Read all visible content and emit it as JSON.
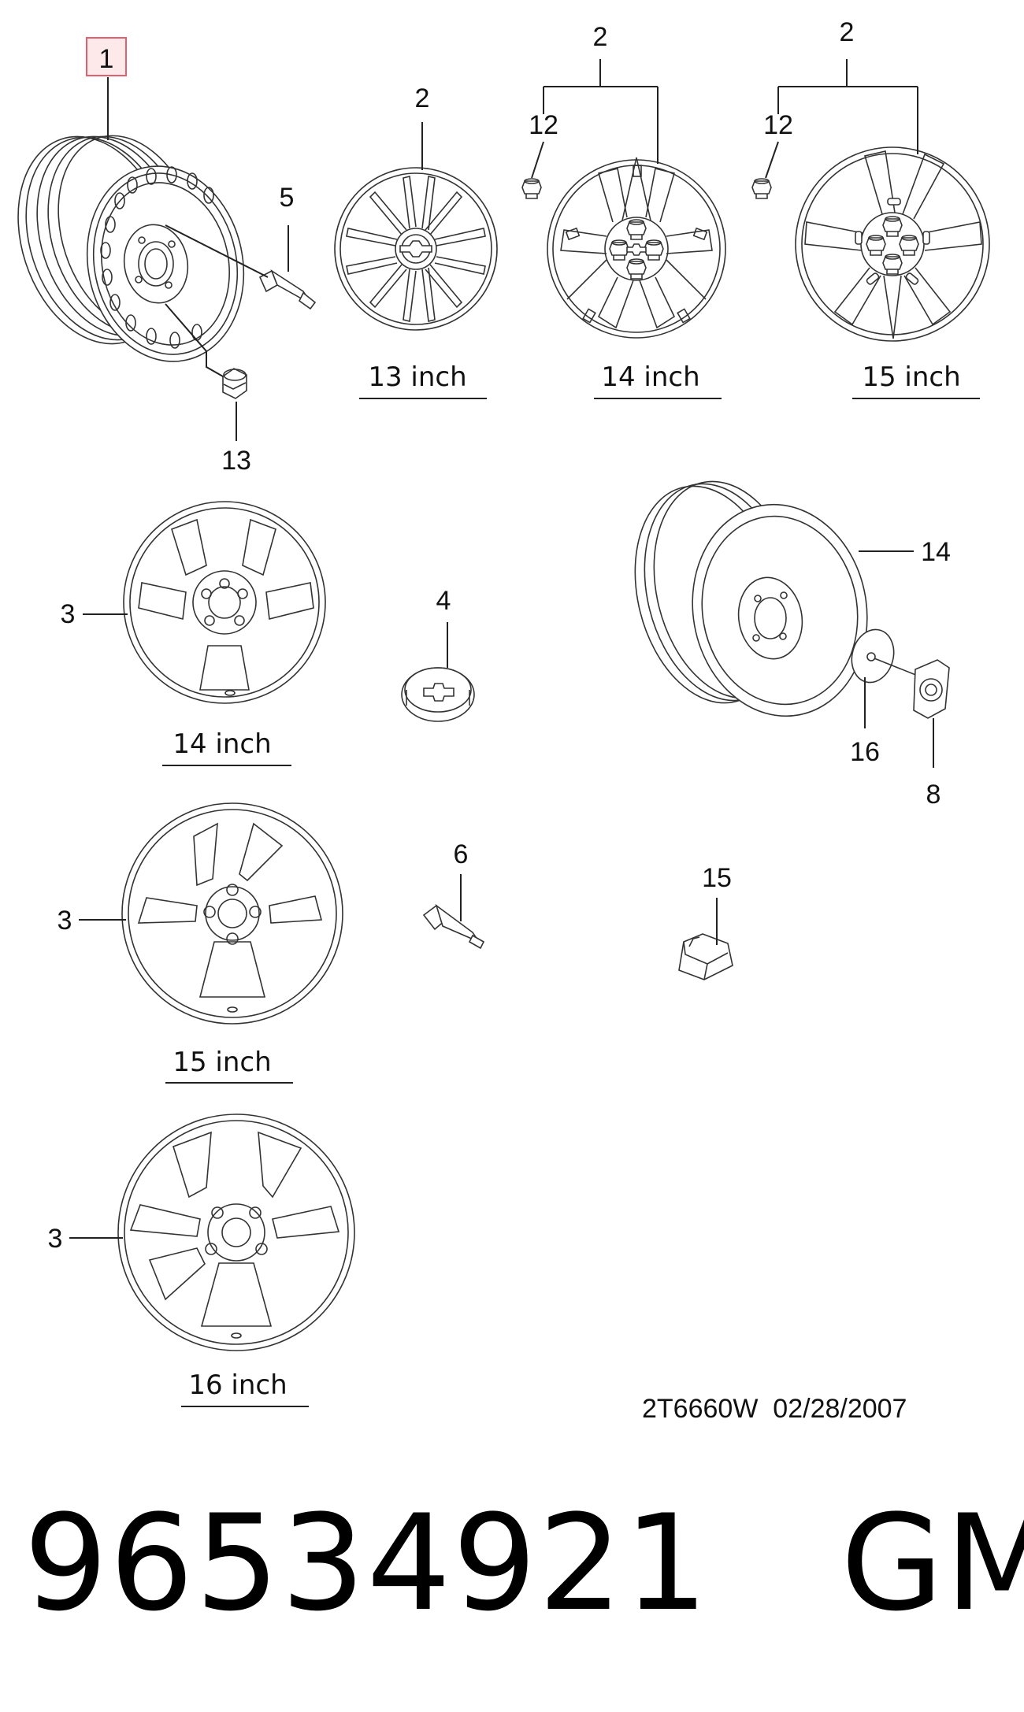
{
  "callouts": {
    "c1": "1",
    "c2a": "2",
    "c2b": "2",
    "c2c": "2",
    "c3a": "3",
    "c3b": "3",
    "c3c": "3",
    "c4": "4",
    "c5": "5",
    "c6": "6",
    "c8": "8",
    "c12a": "12",
    "c12b": "12",
    "c13": "13",
    "c14": "14",
    "c15": "15",
    "c16": "16"
  },
  "captions": {
    "cover_13": "13 inch",
    "cover_14": "14 inch",
    "cover_15": "15 inch",
    "alloy_14": "14 inch",
    "alloy_15": "15 inch",
    "alloy_16": "16 inch"
  },
  "drawing_code": "2T6660W  02/28/2007",
  "part": {
    "number": "96534921",
    "brand": "GM"
  },
  "colors": {
    "highlight_border": "#e06070",
    "highlight_fill": "#fde8ea",
    "line": "#222222"
  }
}
